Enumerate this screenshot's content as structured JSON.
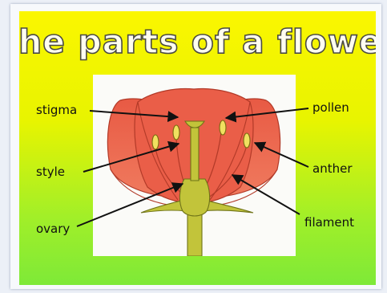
{
  "slide": {
    "title": "The parts of a flower"
  },
  "labels": {
    "stigma": "stigma",
    "style": "style",
    "ovary": "ovary",
    "pollen": "pollen",
    "anther": "anther",
    "filament": "filament"
  },
  "colors": {
    "petal": "#ea5a45",
    "petal_outline": "#b23a28",
    "pistil": "#c2c43a",
    "anther": "#f0e060",
    "background_top": "#fbf600",
    "background_bottom": "#7ee938"
  }
}
